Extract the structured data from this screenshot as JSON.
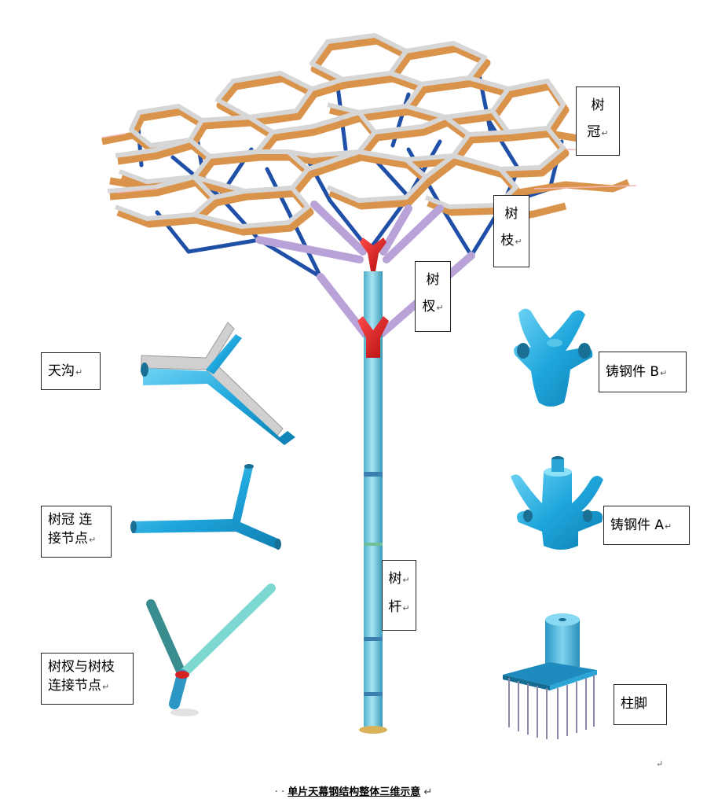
{
  "labels": {
    "crown": {
      "line1": "树",
      "line2": "冠"
    },
    "branch": {
      "line1": "树",
      "line2": "枝"
    },
    "fork": {
      "line1": "树",
      "line2": "杈"
    },
    "trunk": {
      "line1": "树",
      "line2": "杆"
    },
    "gutter": "天沟",
    "crown_node": {
      "line1": "树冠 连",
      "line2": "接节点"
    },
    "fork_branch_node": {
      "line1": "树杈与树枝",
      "line2": "连接节点"
    },
    "casting_b": "铸钢件 B",
    "casting_a": "铸钢件 A",
    "column_base": "柱脚"
  },
  "paragraph_mark": "↵",
  "caption": {
    "prefix": "· · ",
    "text": "单片天幕钢结构整体三维示意",
    "suffix": " ↵"
  },
  "colors": {
    "trunk": "#7fd0e6",
    "casting": "#d81e1e",
    "fork_member": "#b79fd6",
    "branch_member": "#1f4fa6",
    "crown_steel": "#d9d9d9",
    "crown_rail": "#e0a050",
    "node_blue": "#2ab3e6"
  }
}
